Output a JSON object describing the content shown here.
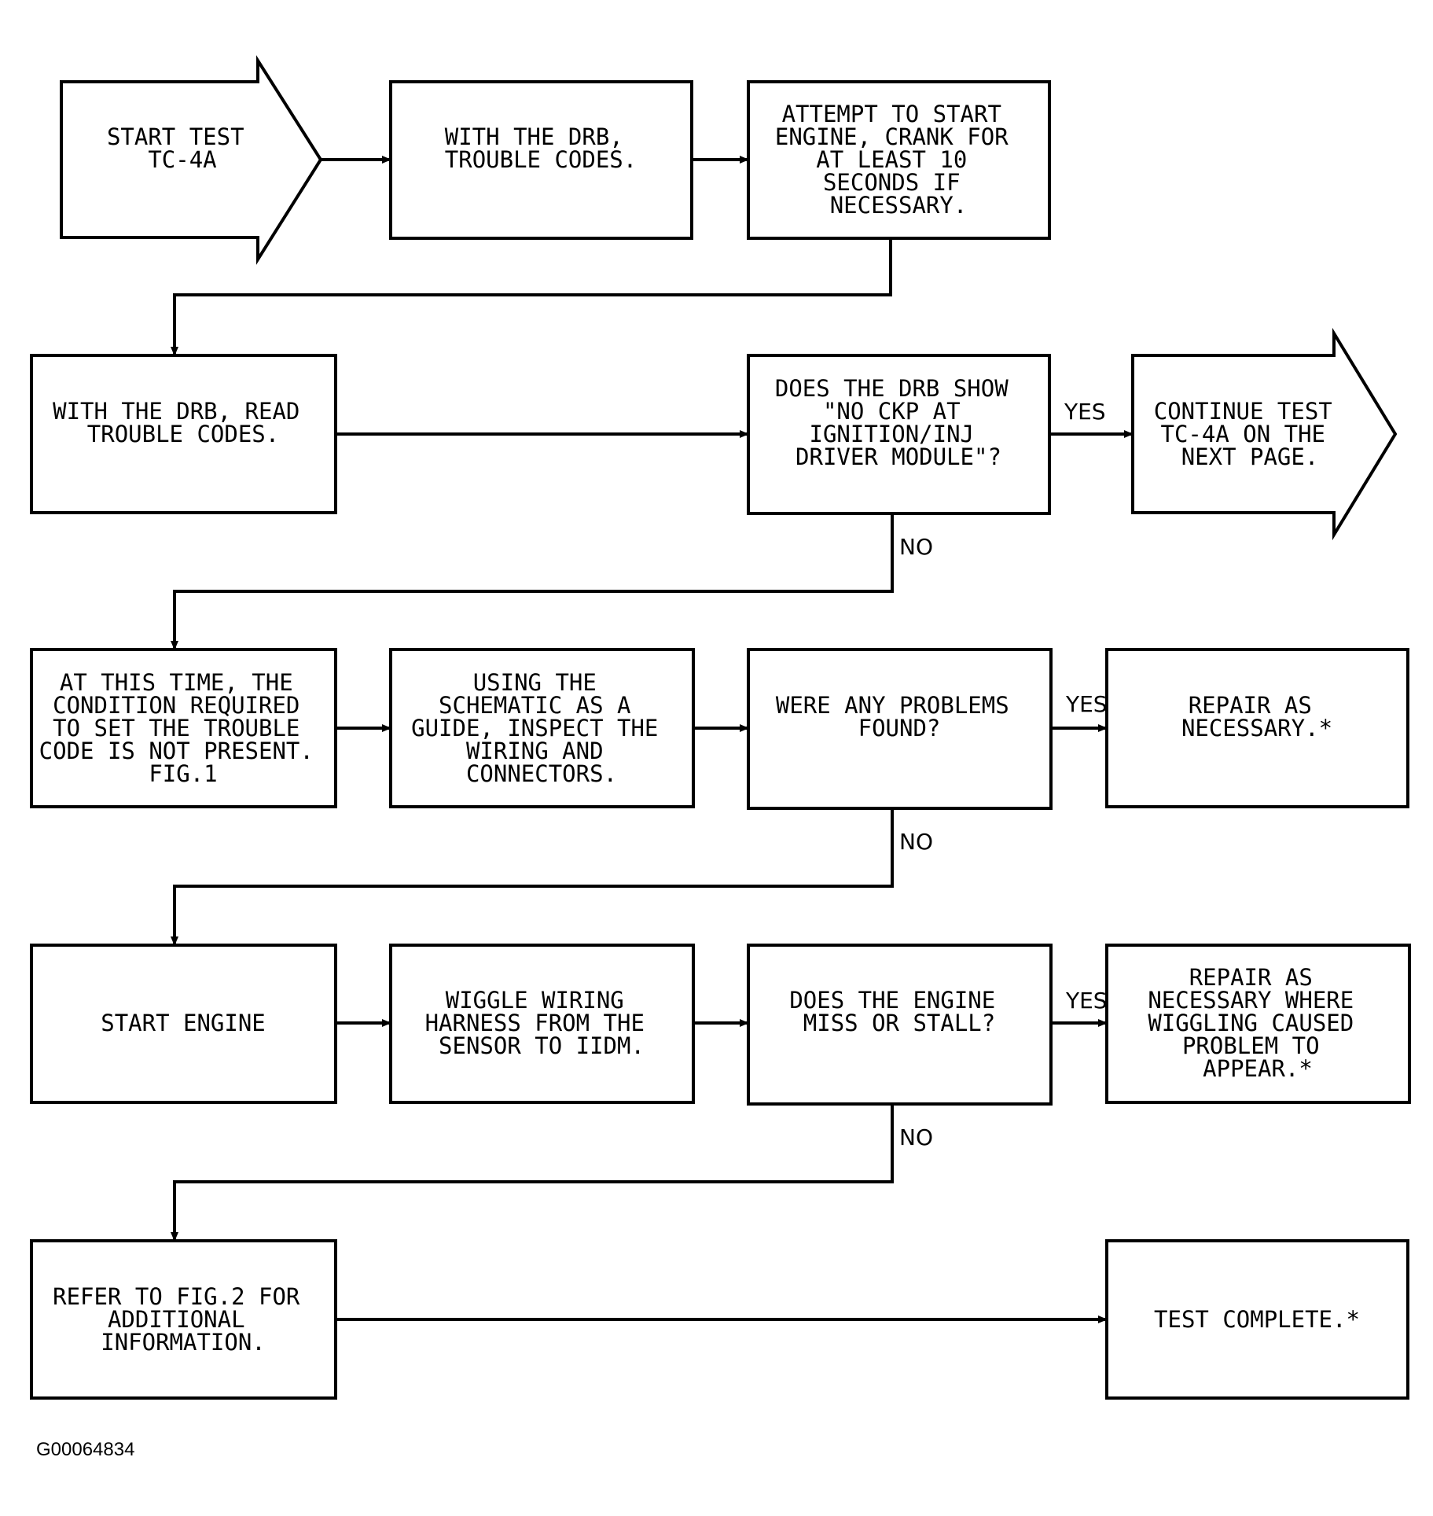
{
  "nodes": {
    "start_test": [
      "START TEST",
      "TC-4A"
    ],
    "read_codes_1": [
      "WITH THE DRB,",
      "TROUBLE CODES."
    ],
    "attempt_start": [
      "ATTEMPT TO START",
      "ENGINE, CRANK FOR",
      "AT LEAST 10",
      "SECONDS IF",
      "NECESSARY."
    ],
    "read_codes_2": [
      "WITH THE DRB, READ",
      "TROUBLE CODES."
    ],
    "ckp_question": [
      "DOES THE DRB SHOW",
      "\"NO CKP AT",
      "IGNITION/INJ",
      "DRIVER MODULE\"?"
    ],
    "continue_test": [
      "CONTINUE TEST",
      "TC-4A ON THE",
      "NEXT PAGE."
    ],
    "condition_not_present": [
      "AT THIS TIME, THE",
      "CONDITION REQUIRED",
      "TO SET THE TROUBLE",
      "CODE IS NOT PRESENT.",
      "FIG.1"
    ],
    "inspect_wiring": [
      "USING THE",
      "SCHEMATIC AS A",
      "GUIDE, INSPECT THE",
      "WIRING AND",
      "CONNECTORS."
    ],
    "problems_question": [
      "WERE ANY PROBLEMS",
      "FOUND?"
    ],
    "repair_1": [
      "REPAIR AS",
      "NECESSARY.*"
    ],
    "start_engine": [
      "START ENGINE"
    ],
    "wiggle_wiring": [
      "WIGGLE WIRING",
      "HARNESS FROM THE",
      "SENSOR TO IIDM."
    ],
    "miss_stall_question": [
      "DOES THE ENGINE",
      "MISS OR STALL?"
    ],
    "repair_2": [
      "REPAIR AS",
      "NECESSARY WHERE",
      "WIGGLING CAUSED",
      "PROBLEM TO",
      "APPEAR.*"
    ],
    "refer_fig2": [
      "REFER TO FIG.2 FOR",
      "ADDITIONAL",
      "INFORMATION."
    ],
    "test_complete": [
      "TEST COMPLETE.*"
    ]
  },
  "edge_labels": {
    "yes": "YES",
    "no": "NO"
  },
  "figure_id": "G00064834",
  "colors": {
    "ink": "#000000",
    "paper": "#ffffff"
  }
}
